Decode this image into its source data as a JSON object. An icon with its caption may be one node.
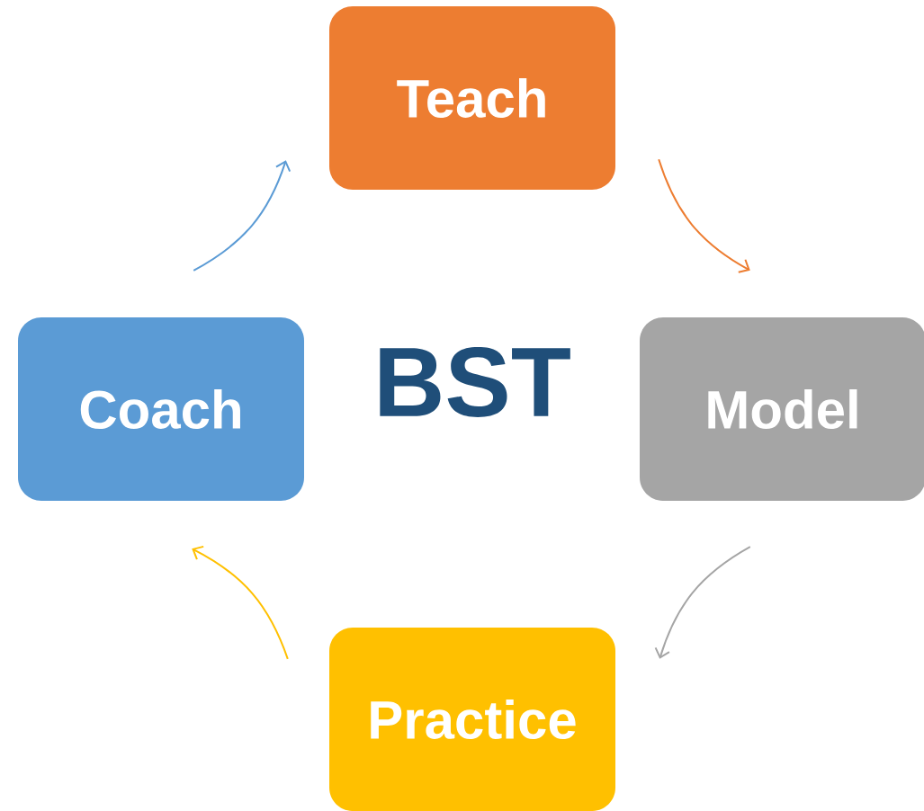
{
  "diagram": {
    "nodes": [
      {
        "text": [
          "Teach"
        ]
      },
      {
        "text": [
          "Model"
        ]
      },
      {
        "text": [
          "Practice"
        ]
      },
      {
        "text": [
          "Coach"
        ]
      }
    ],
    "edges": [
      {
        "from": 0,
        "to": 1,
        "arrow": "to",
        "color": "#ed7d31"
      },
      {
        "from": 1,
        "to": 2,
        "arrow": "to",
        "color": "#a5a5a5"
      },
      {
        "from": 2,
        "to": 3,
        "arrow": "to",
        "color": "#ffc000"
      },
      {
        "from": 3,
        "to": 0,
        "arrow": "to",
        "color": "#5b9bd5"
      }
    ],
    "labels": [
      "BST"
    ]
  }
}
